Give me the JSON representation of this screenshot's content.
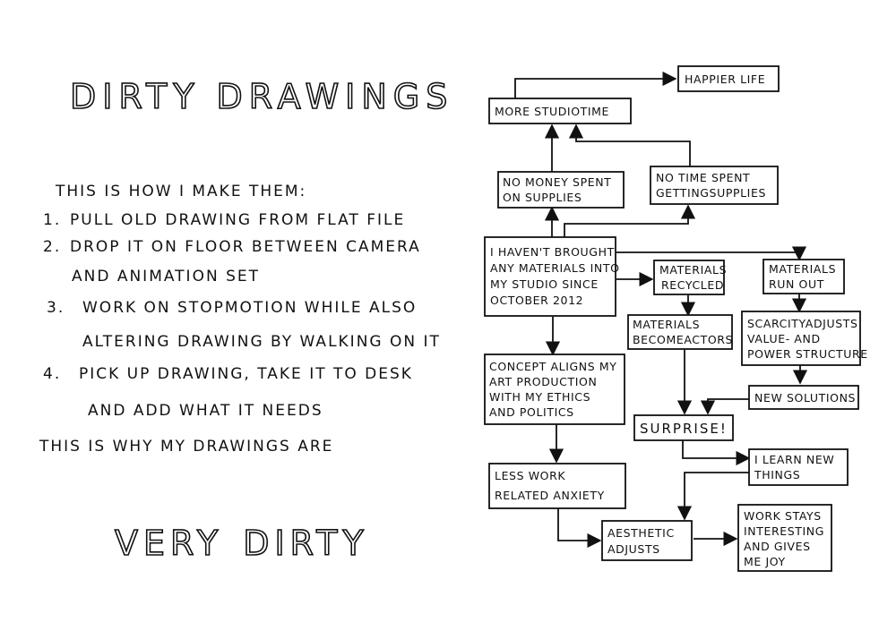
{
  "left_page": {
    "title_word1": "DIRTY",
    "title_word2": "DRAWINGS",
    "intro": "THIS IS HOW I MAKE THEM:",
    "steps": [
      {
        "num": "1.",
        "text": "PULL OLD DRAWING FROM FLAT FILE"
      },
      {
        "num": "2.",
        "text": "DROP IT ON FLOOR BETWEEN CAMERA",
        "cont": "AND ANIMATION SET"
      },
      {
        "num": "3.",
        "text": "WORK ON STOPMOTION WHILE ALSO",
        "cont": "ALTERING DRAWING BY WALKING ON IT"
      },
      {
        "num": "4.",
        "text": "PICK UP DRAWING, TAKE IT TO DESK",
        "cont": "AND ADD WHAT IT NEEDS"
      }
    ],
    "outro": "THIS IS WHY MY DRAWINGS ARE",
    "closing_word1": "VERY",
    "closing_word2": "DIRTY"
  },
  "flowchart": {
    "happier_life": [
      "HAPPIER LIFE"
    ],
    "more_studio_time": [
      "MORE STUDIOTIME"
    ],
    "no_money": [
      "NO MONEY SPENT",
      "ON SUPPLIES"
    ],
    "no_time": [
      "NO TIME SPENT",
      "GETTINGSUPPLIES"
    ],
    "havent_brought": [
      "I HAVEN'T BROUGHT",
      "ANY MATERIALS INTO",
      "MY STUDIO SINCE",
      "OCTOBER 2012"
    ],
    "materials_recycled": [
      "MATERIALS",
      "RECYCLED"
    ],
    "materials_run_out": [
      "MATERIALS",
      "RUN OUT"
    ],
    "materials_actors": [
      "MATERIALS",
      "BECOMEACTORS"
    ],
    "scarcity": [
      "SCARCITYADJUSTS",
      "VALUE- AND",
      "POWER STRUCTURE"
    ],
    "concept_aligns": [
      "CONCEPT ALIGNS MY",
      "ART PRODUCTION",
      "WITH MY ETHICS",
      "AND POLITICS"
    ],
    "new_solutions": [
      "NEW SOLUTIONS"
    ],
    "surprise": [
      "SURPRISE!"
    ],
    "learn_new": [
      "I LEARN NEW",
      "THINGS"
    ],
    "less_work": [
      "LESS WORK",
      "RELATED ANXIETY"
    ],
    "aesthetic": [
      "AESTHETIC",
      "ADJUSTS"
    ],
    "work_stays": [
      "WORK STAYS",
      "INTERESTING",
      "AND GIVES",
      "ME JOY"
    ]
  }
}
